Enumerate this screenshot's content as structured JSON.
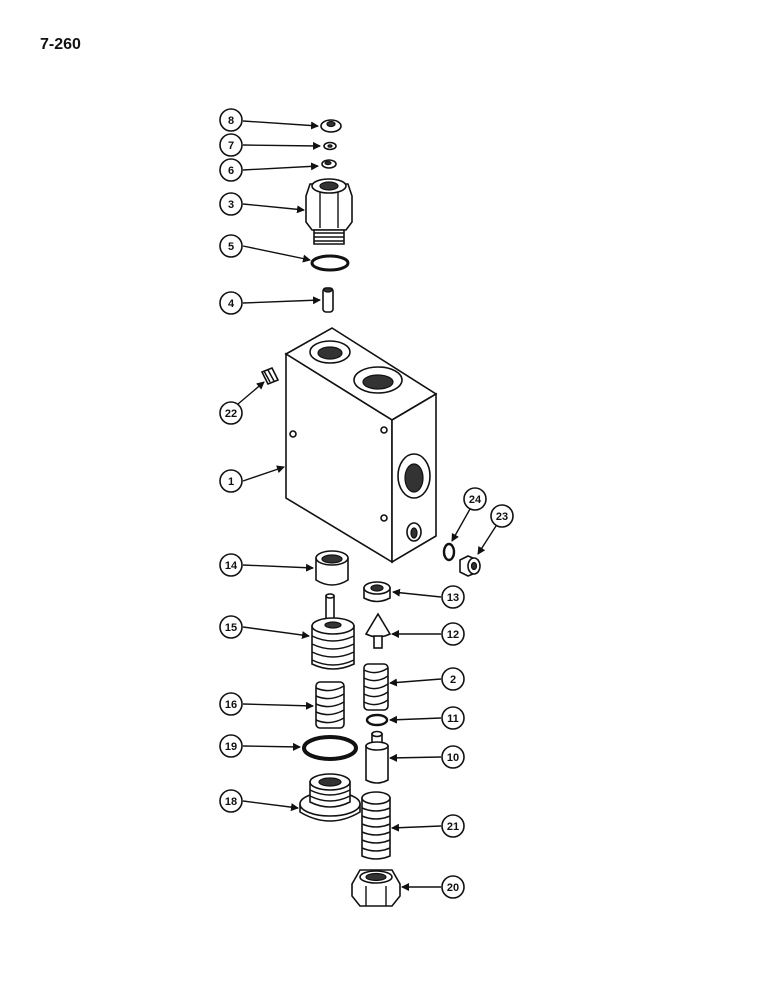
{
  "page": {
    "label": "7-260"
  },
  "callouts": {
    "c8": "8",
    "c7": "7",
    "c6": "6",
    "c3": "3",
    "c5": "5",
    "c4": "4",
    "c22": "22",
    "c1": "1",
    "c24": "24",
    "c23": "23",
    "c14": "14",
    "c13": "13",
    "c15": "15",
    "c12": "12",
    "c2": "2",
    "c16": "16",
    "c11": "11",
    "c19": "19",
    "c10": "10",
    "c18": "18",
    "c21": "21",
    "c20": "20"
  }
}
